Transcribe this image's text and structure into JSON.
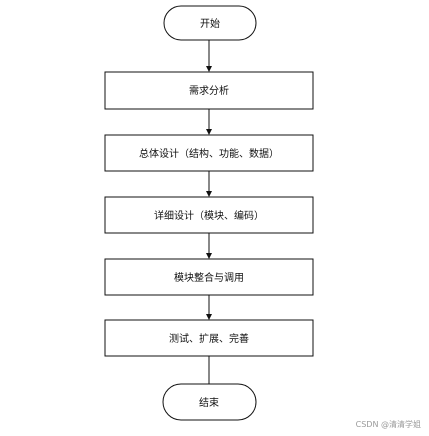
{
  "nodes": {
    "start": {
      "label": "开始",
      "shape": "terminal"
    },
    "requirements": {
      "label": "需求分析",
      "shape": "process"
    },
    "overall_design": {
      "label": "总体设计（结构、功能、数据）",
      "shape": "process"
    },
    "detailed_design": {
      "label": "详细设计（模块、编码）",
      "shape": "process"
    },
    "integration": {
      "label": "模块整合与调用",
      "shape": "process"
    },
    "testing": {
      "label": "测试、扩展、完善",
      "shape": "process"
    },
    "end": {
      "label": "结束",
      "shape": "terminal"
    }
  },
  "edges": [
    {
      "from": "start",
      "to": "requirements"
    },
    {
      "from": "requirements",
      "to": "overall_design"
    },
    {
      "from": "overall_design",
      "to": "detailed_design"
    },
    {
      "from": "detailed_design",
      "to": "integration"
    },
    {
      "from": "integration",
      "to": "testing"
    },
    {
      "from": "testing",
      "to": "end"
    }
  ],
  "watermark": "CSDN @清清学姐",
  "colors": {
    "stroke": "#111111",
    "background": "#ffffff",
    "watermark": "#9a9a9a"
  }
}
